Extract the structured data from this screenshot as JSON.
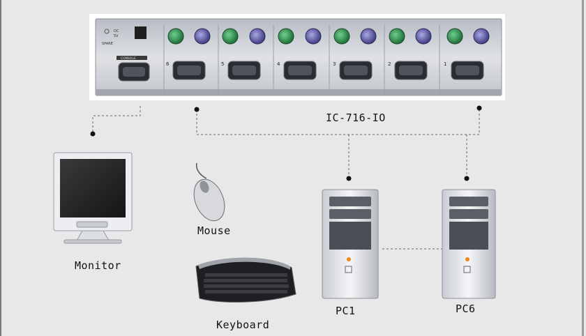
{
  "device": {
    "model_label": "IC-716-IO",
    "console_label": "CONSOLE",
    "power_label": "5V",
    "power_label_2": "DC",
    "spare_label": "SPARE",
    "port_numbers": [
      "6",
      "5",
      "4",
      "3",
      "2",
      "1"
    ]
  },
  "nodes": {
    "monitor": "Monitor",
    "mouse": "Mouse",
    "keyboard": "Keyboard",
    "pc1": "PC1",
    "pc6": "PC6"
  },
  "colors": {
    "background": "#e8e8e8",
    "ps2_mouse_port": "#2f8f4e",
    "ps2_keyboard_port": "#5a5aa0",
    "connector_dot": "#111111"
  },
  "icons": [
    "monitor-icon",
    "mouse-icon",
    "keyboard-icon",
    "pc-tower-icon",
    "vga-port-icon",
    "ps2-port-icon"
  ]
}
